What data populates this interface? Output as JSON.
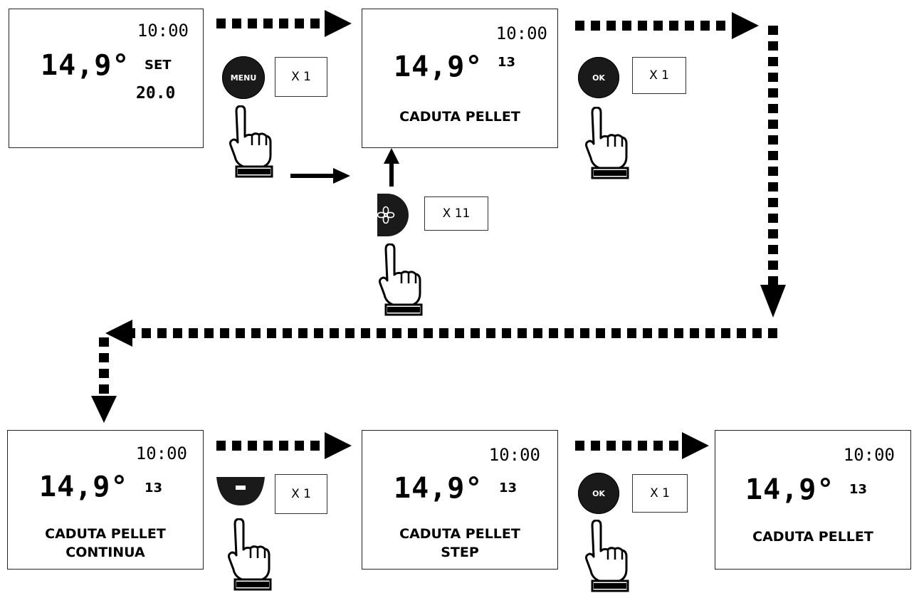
{
  "panels": [
    {
      "time": "10:00",
      "temp": "14,9°",
      "set_label": "SET",
      "set_value": "20.0"
    },
    {
      "time": "10:00",
      "temp": "14,9°",
      "num": "13",
      "line1": "CADUTA PELLET"
    },
    {
      "time": "10:00",
      "temp": "14,9°",
      "num": "13",
      "line1": "CADUTA PELLET",
      "line2": "CONTINUA"
    },
    {
      "time": "10:00",
      "temp": "14,9°",
      "num": "13",
      "line1": "CADUTA PELLET",
      "line2": "STEP"
    },
    {
      "time": "10:00",
      "temp": "14,9°",
      "num": "13",
      "line1": "CADUTA PELLET"
    }
  ],
  "buttons": {
    "menu": "MENU",
    "ok": "OK"
  },
  "counts": {
    "menu": "X 1",
    "ok_top": "X 1",
    "fan": "X 11",
    "minus": "X 1",
    "ok_bottom": "X 1"
  },
  "icons": [
    "menu-button-icon",
    "ok-button-icon",
    "fan-button-icon",
    "minus-button-icon",
    "pointing-hand-icon"
  ],
  "colors": {
    "ink": "#000000",
    "button": "#1a1a1a",
    "paper": "#ffffff"
  }
}
